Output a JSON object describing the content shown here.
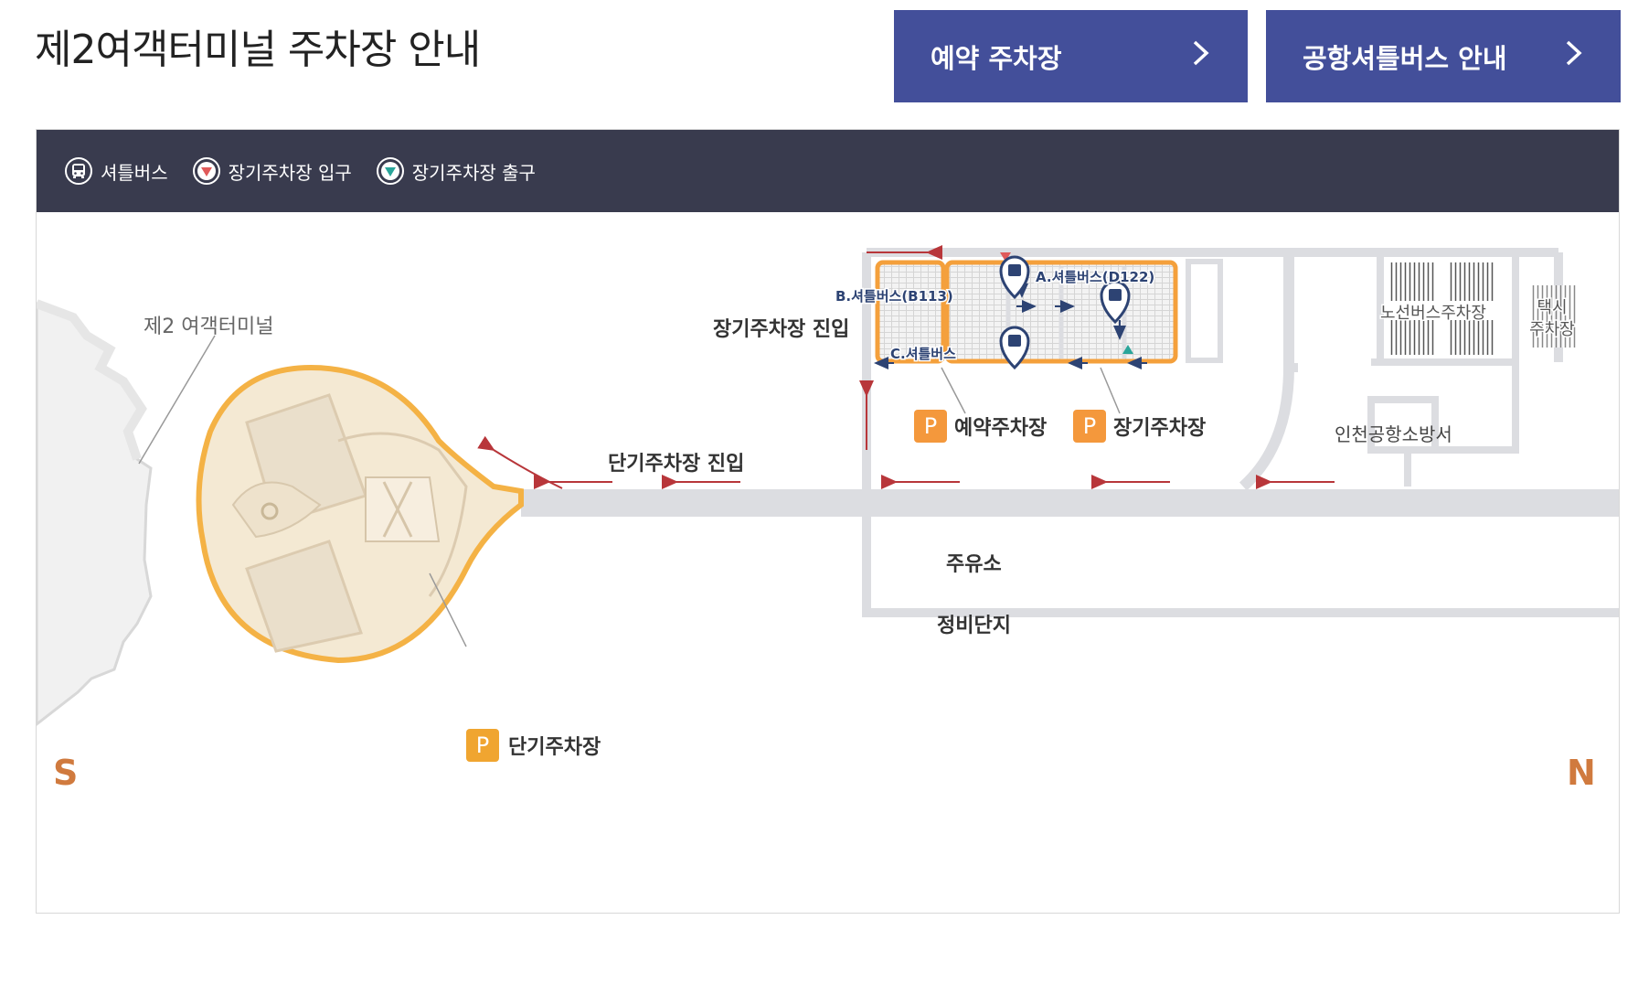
{
  "title": "제2여객터미널 주차장 안내",
  "buttons": {
    "reserve": "예약 주차장",
    "shuttle": "공항셔틀버스 안내",
    "chevron": "›"
  },
  "legend": {
    "shuttle": "셔틀버스",
    "entrance": "장기주차장 입구",
    "exit": "장기주차장 출구"
  },
  "map": {
    "terminal": "제2 여객터미널",
    "longterm_entry": "장기주차장 진입",
    "shortterm_entry": "단기주차장 진입",
    "bus_b": "B.셔틀버스(B113)",
    "bus_a": "A.셔틀버스(D122)",
    "bus_c": "C.셔틀버스",
    "reserve_lot": "예약주차장",
    "longterm_lot": "장기주차장",
    "shortterm_lot": "단기주차장",
    "bus_lot": "노선버스주차장",
    "taxi_lot_line1": "택시",
    "taxi_lot_line2": "주차장",
    "fire_station": "인천공항소방서",
    "gas_station": "주유소",
    "maintenance": "정비단지",
    "south": "S",
    "north": "N",
    "parking_badge": "P"
  },
  "colors": {
    "button_bg": "#434f9a",
    "legend_bg": "#393b4e",
    "road": "#dcdde1",
    "parking_orange": "#f4a03c",
    "arrow_red": "#b8363a",
    "compass": "#d07a3e",
    "shuttle_navy": "#2d4373",
    "exit_teal": "#2aa59a"
  },
  "icons": [
    "bus-icon",
    "entrance-marker-icon",
    "exit-marker-icon",
    "chevron-right-icon",
    "parking-icon",
    "bus-stop-pin-icon"
  ]
}
